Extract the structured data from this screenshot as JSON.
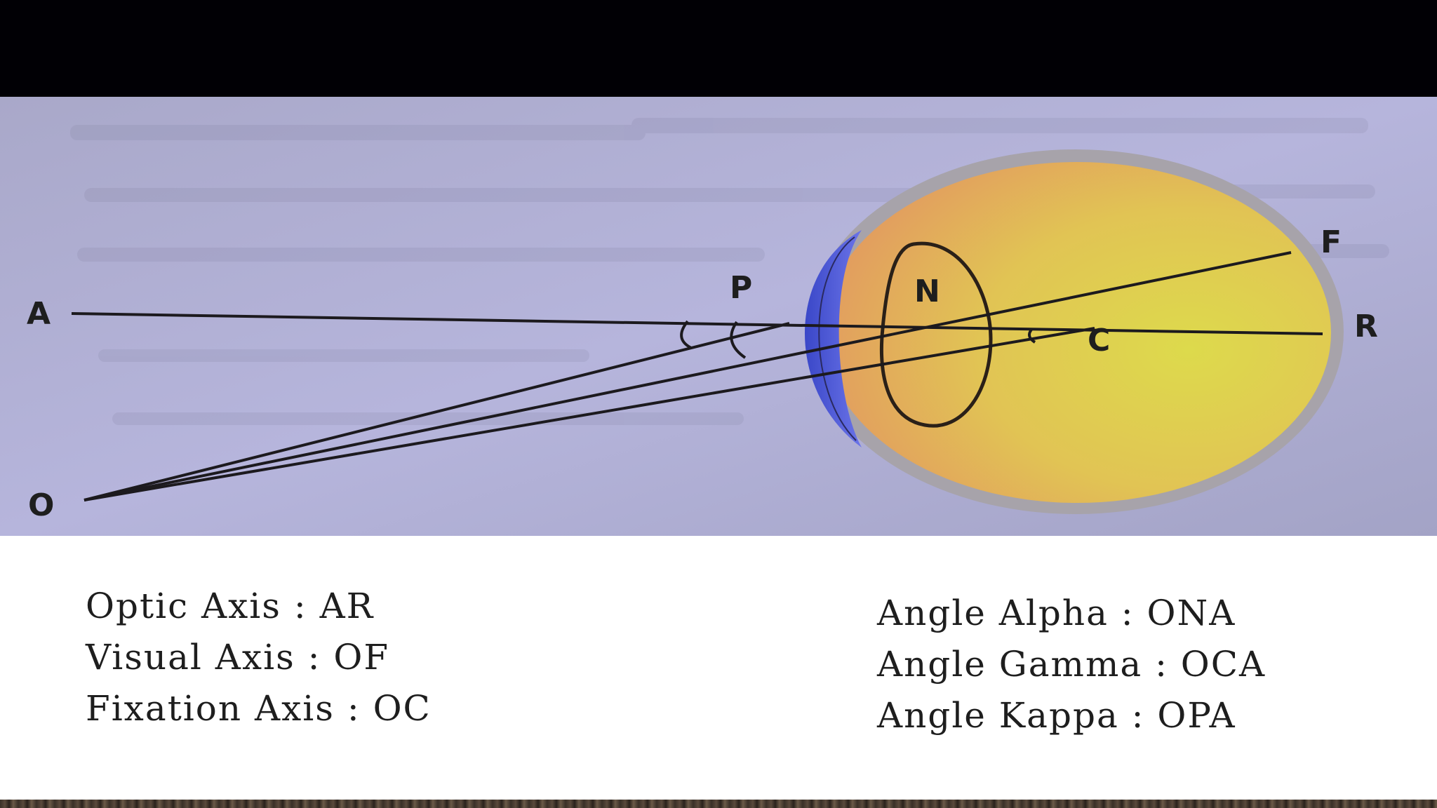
{
  "diagram": {
    "points": {
      "A": "A",
      "O": "O",
      "P": "P",
      "N": "N",
      "C": "C",
      "F": "F",
      "R": "R"
    }
  },
  "captions": {
    "left": [
      "Optic Axis : AR",
      "Visual Axis : OF",
      "Fixation Axis : OC"
    ],
    "right": [
      "Angle Alpha : ONA",
      "Angle Gamma : OCA",
      "Angle Kappa : OPA"
    ]
  },
  "colors": {
    "background_top": "#010005",
    "paper": "#b4b4da",
    "sclera": "#a7a3aa",
    "eye_interior_start": "#e29a60",
    "eye_interior_end": "#ddda4c",
    "cornea": "#4f5be0",
    "caption_background": "#ffffff"
  }
}
